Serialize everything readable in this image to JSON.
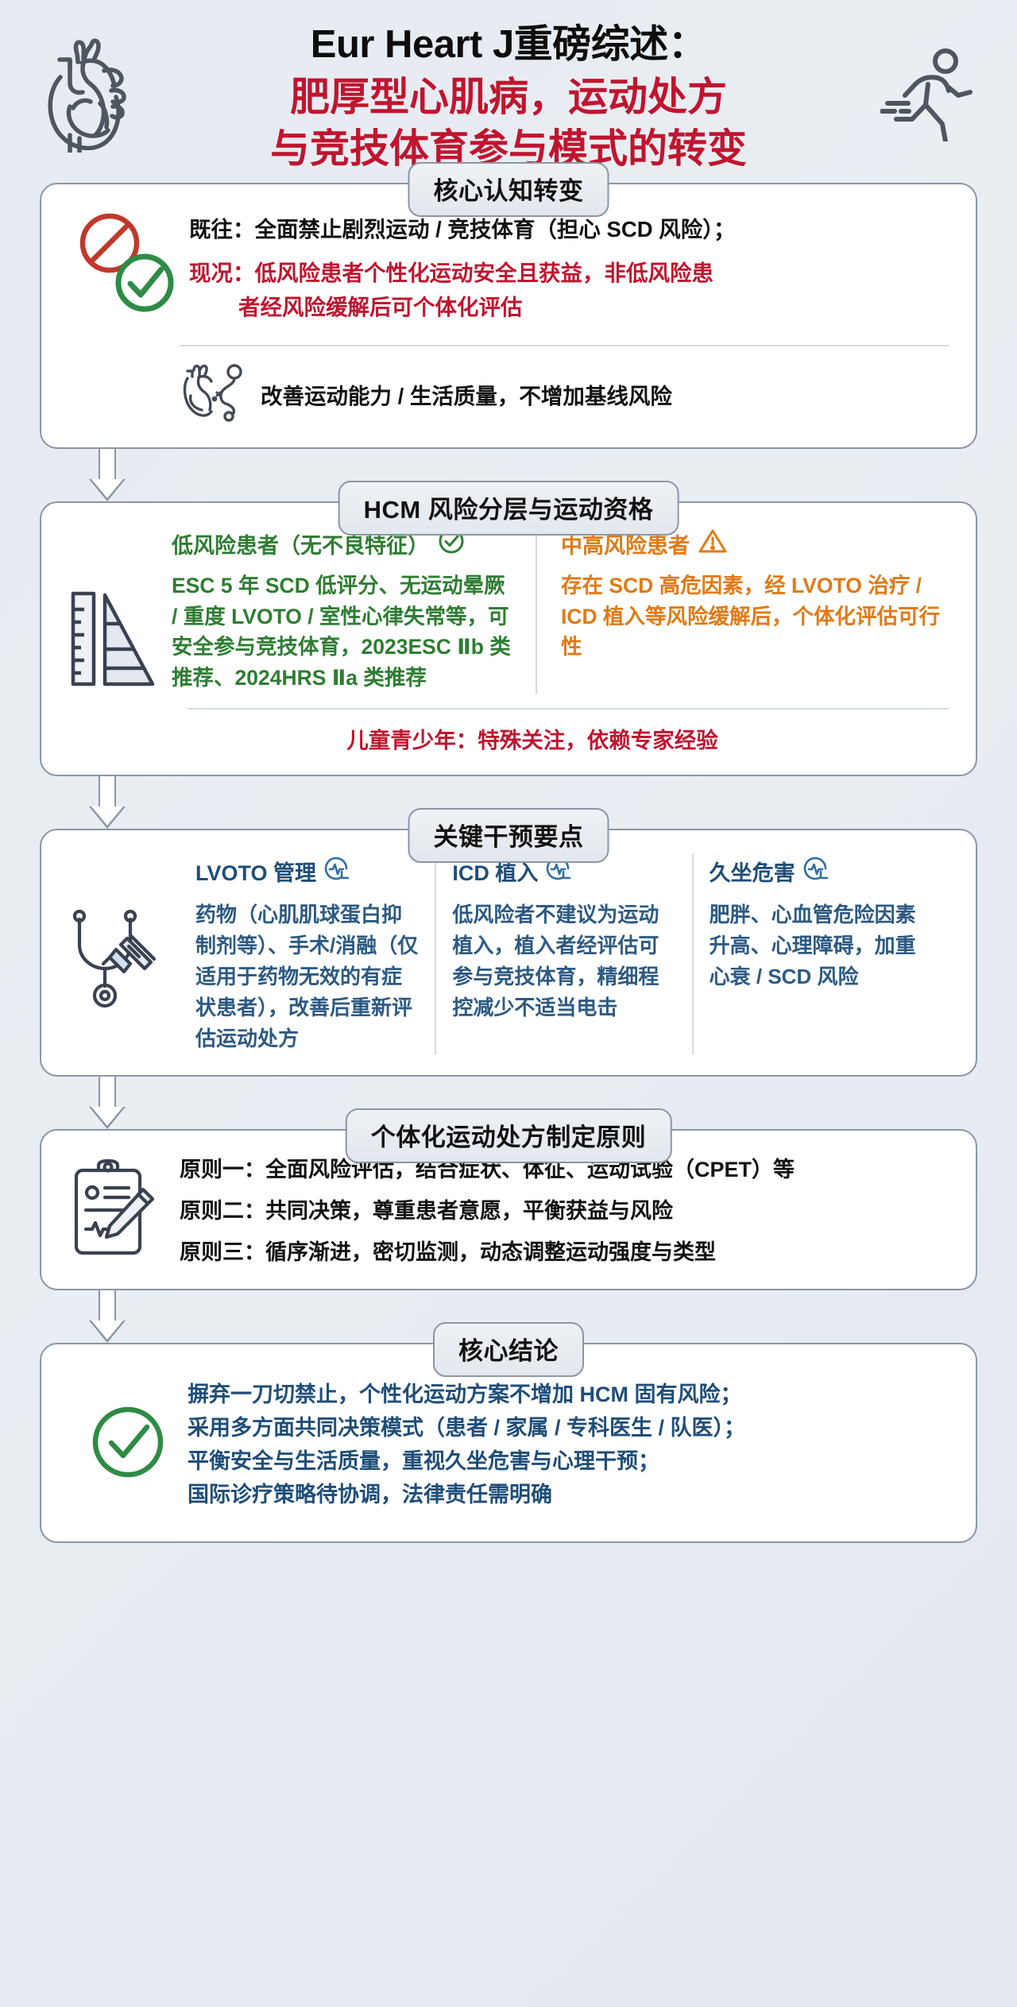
{
  "header": {
    "title_line1": "Eur Heart J重磅综述：",
    "title_line2": "肥厚型心肌病，运动处方",
    "title_line3": "与竞技体育参与模式的转变",
    "left_icon": "anatomical-heart-icon",
    "right_icon": "running-person-icon"
  },
  "sections": [
    {
      "chip": "核心认知转变",
      "past_label": "既往：",
      "past_text": "全面禁止剧烈运动 / 竞技体育（担心 SCD 风险）；",
      "now_label": "现况：",
      "now_text_line1": "低风险患者个性化运动安全且获益，非低风险患",
      "now_text_line2": "者经风险缓解后可个体化评估",
      "bottom_text": "改善运动能力 / 生活质量，不增加基线风险",
      "icons": [
        "prohibition-icon",
        "check-circle-icon",
        "heart-route-icon"
      ]
    },
    {
      "chip": "HCM 风险分层与运动资格",
      "left_heading": "低风险患者（无不良特征）",
      "left_body": "ESC 5 年 SCD 低评分、无运动晕厥 / 重度 LVOTO / 室性心律失常等，可安全参与竞技体育，2023ESC Ⅱb 类推荐、2024HRS Ⅱa 类推荐",
      "right_heading": "中高风险患者",
      "right_body": "存在 SCD 高危因素，经 LVOTO 治疗 / ICD 植入等风险缓解后，个体化评估可行性",
      "footer_label": "儿童青少年：",
      "footer_text": "特殊关注，依赖专家经验",
      "icons": [
        "ruler-pyramid-icon",
        "check-circle-outline-icon",
        "warning-triangle-icon"
      ]
    },
    {
      "chip": "关键干预要点",
      "columns": [
        {
          "heading": "LVOTO 管理",
          "body": "药物（心肌肌球蛋白抑制剂等）、手术/消融（仅适用于药物无效的有症状患者），改善后重新评估运动处方",
          "icon": "heartbeat-refresh-icon"
        },
        {
          "heading": "ICD 植入",
          "body": "低风险者不建议为运动植入，植入者经评估可参与竞技体育，精细程控减少不适当电击",
          "icon": "heartbeat-refresh-icon"
        },
        {
          "heading": "久坐危害",
          "body": "肥胖、心血管危险因素升高、心理障碍，加重心衰 / SCD 风险",
          "icon": "heartbeat-refresh-icon"
        }
      ],
      "side_icon": "stethoscope-syringe-icon"
    },
    {
      "chip": "个体化运动处方制定原则",
      "items": [
        {
          "label": "原则一：",
          "text": "全面风险评估，结合症状、体征、运动试验（CPET）等"
        },
        {
          "label": "原则二：",
          "text": "共同决策，尊重患者意愿，平衡获益与风险"
        },
        {
          "label": "原则三：",
          "text": "循序渐进，密切监测，动态调整运动强度与类型"
        }
      ],
      "side_icon": "clipboard-pencil-icon"
    },
    {
      "chip": "核心结论",
      "lines": [
        "摒弃一刀切禁止，个性化运动方案不增加 HCM 固有风险；",
        "采用多方面共同决策模式（患者 / 家属 / 专科医生 / 队医）；",
        "平衡安全与生活质量，重视久坐危害与心理干预；",
        "国际诊疗策略待协调，法律责任需明确"
      ],
      "side_icon": "check-circle-icon"
    }
  ],
  "colors": {
    "brand_red": "#c0152f",
    "green": "#2e7d32",
    "orange": "#e07a16",
    "blue": "#1f4e79",
    "border_gray": "#8a96a3",
    "background": "#e6ebf1"
  }
}
